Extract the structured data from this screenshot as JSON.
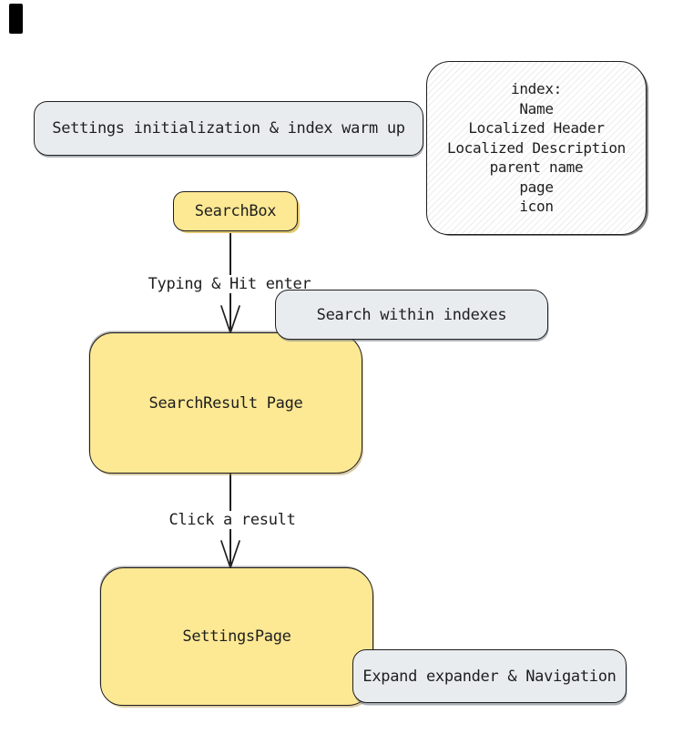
{
  "diagram": {
    "nodes": {
      "warmup": {
        "label": "Settings initialization & index warm up"
      },
      "index_card": {
        "lines": [
          "index:",
          "Name",
          "Localized Header",
          "Localized Description",
          "parent name",
          "page",
          "icon"
        ]
      },
      "searchbox": {
        "label": "SearchBox"
      },
      "search_within": {
        "label": "Search within indexes"
      },
      "searchresult": {
        "label": "SearchResult Page"
      },
      "settingspage": {
        "label": "SettingsPage"
      },
      "expand_nav": {
        "label": "Expand expander & Navigation"
      }
    },
    "edges": {
      "typing": {
        "label": "Typing & Hit enter"
      },
      "click": {
        "label": "Click a result"
      }
    },
    "colors": {
      "stroke": "#1e1e1e",
      "node_yellow": "#fde894",
      "node_gray": "#e9ecef",
      "card_hatch_bg": "#ffffff",
      "marker_black": "#000000"
    }
  }
}
